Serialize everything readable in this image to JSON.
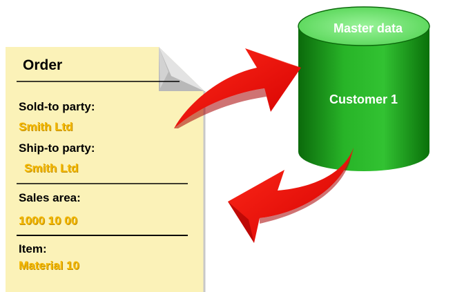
{
  "order": {
    "title": "Order",
    "sold_to_label": "Sold-to party:",
    "sold_to_value": "Smith Ltd",
    "ship_to_label": "Ship-to party:",
    "ship_to_value": "Smith Ltd",
    "sales_area_label": "Sales area:",
    "sales_area_value": "1000  10  00",
    "item_label": "Item:",
    "item_value": "Material 10"
  },
  "master": {
    "title": "Master data",
    "customer": "Customer  1"
  },
  "colors": {
    "document_bg": "#fbf2b8",
    "value_text": "#f4b800",
    "cylinder": "#14a014",
    "arrow": "#e60000"
  }
}
